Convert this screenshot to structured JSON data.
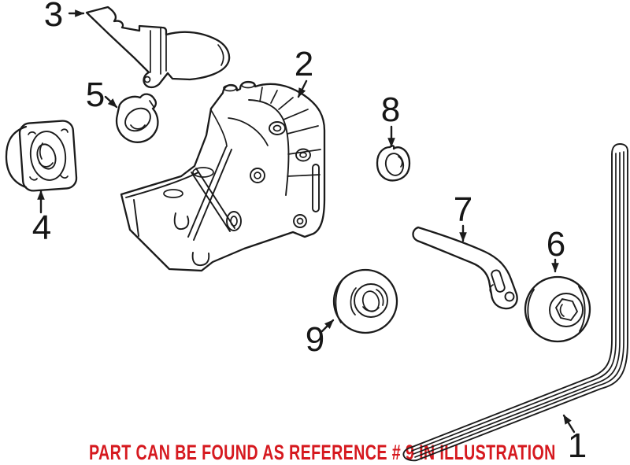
{
  "canvas": {
    "background": "#ffffff",
    "line_color": "#1b1b1b"
  },
  "note": {
    "text": "PART CAN BE FOUND AS REFERENCE # 9 IN ILLUSTRATION",
    "color": "#d6191f",
    "referenced_number": "9"
  },
  "callouts": [
    {
      "label": "1",
      "part": "serpentine-belt"
    },
    {
      "label": "2",
      "part": "mounting-bracket"
    },
    {
      "label": "3",
      "part": "cover-shield"
    },
    {
      "label": "4",
      "part": "round-mount"
    },
    {
      "label": "5",
      "part": "bushing"
    },
    {
      "label": "6",
      "part": "idler-pulley"
    },
    {
      "label": "7",
      "part": "tensioner-arm"
    },
    {
      "label": "8",
      "part": "grommet"
    },
    {
      "label": "9",
      "part": "idler-pulley-referenced"
    }
  ]
}
